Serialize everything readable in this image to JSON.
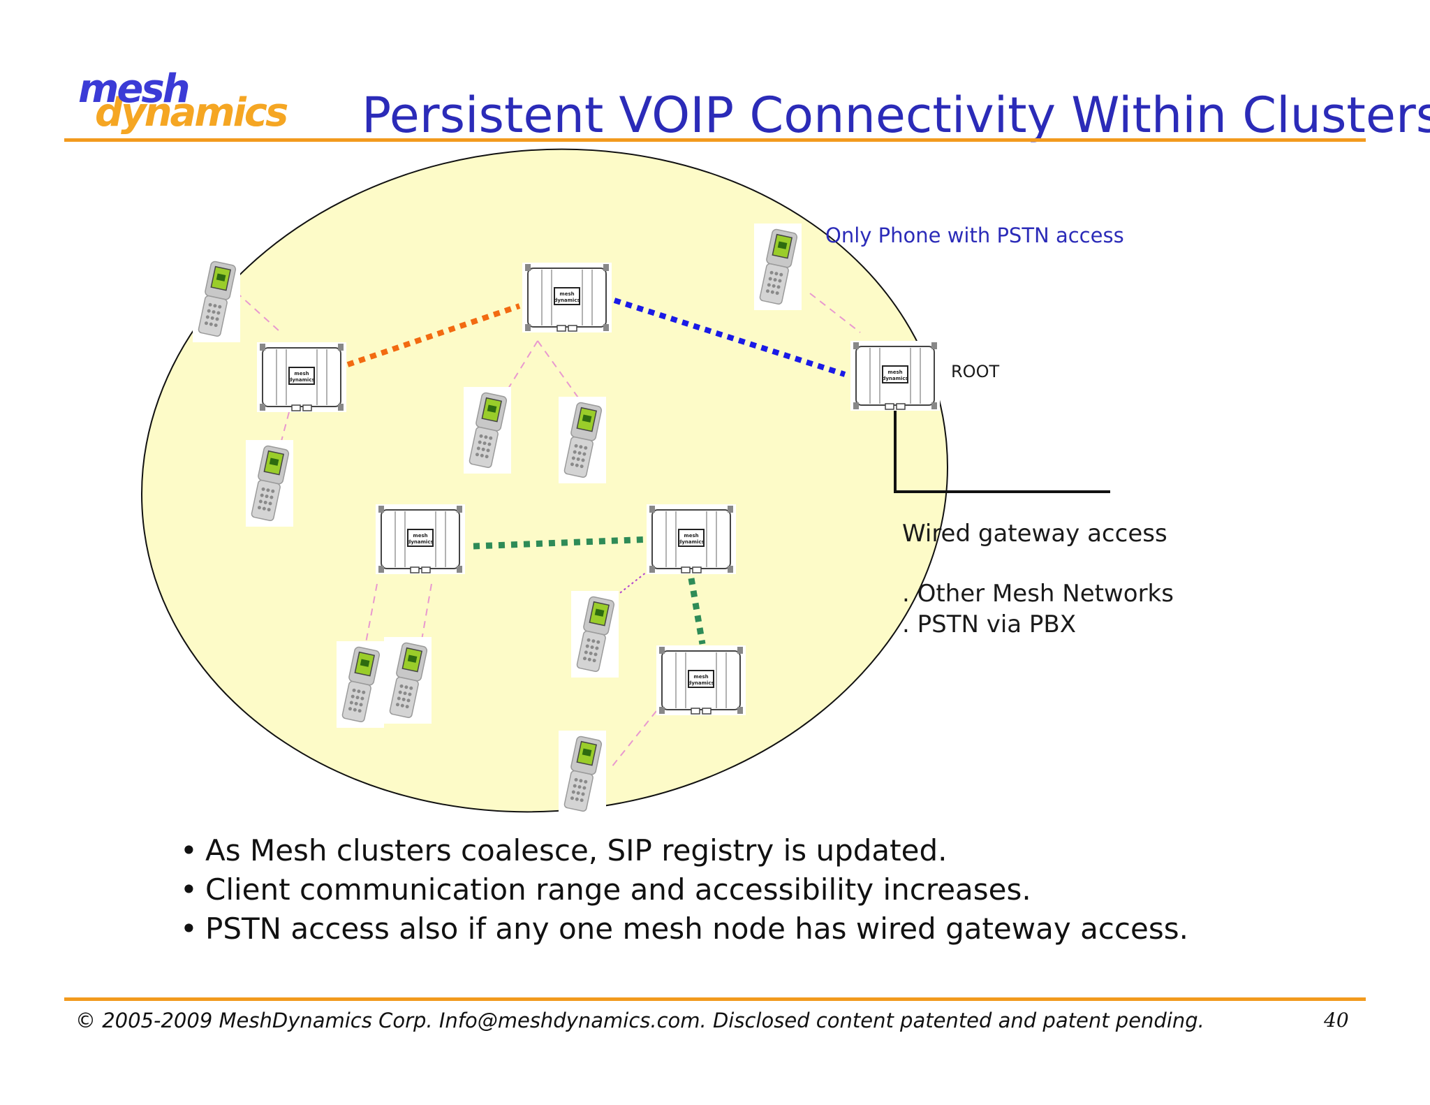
{
  "logo": {
    "line1": "mesh",
    "line2": "dynamics"
  },
  "title": "Persistent VOIP Connectivity Within Clusters",
  "diagram": {
    "pstn_phone_label": "Only Phone with PSTN access",
    "root_label": "ROOT",
    "wired_label": "Wired gateway access",
    "other_networks": ". Other Mesh Networks",
    "pstn_pbx": ". PSTN via PBX",
    "node_badge": [
      "mesh",
      "dynamics"
    ],
    "colors": {
      "cluster_fill": "#fdfbc8",
      "link_orange": "#f26a11",
      "link_blue": "#1a1ae6",
      "link_green": "#2e8b57",
      "client_link": "#e898cf",
      "accent": "#f29a1e"
    }
  },
  "bullets": [
    "As Mesh clusters coalesce, SIP registry is updated.",
    "Client communication range and accessibility increases.",
    "PSTN access also if any one mesh node has wired gateway access."
  ],
  "footer": "© 2005-2009 MeshDynamics Corp.   Info@meshdynamics.com.  Disclosed content patented and patent pending.",
  "page_number": "40"
}
